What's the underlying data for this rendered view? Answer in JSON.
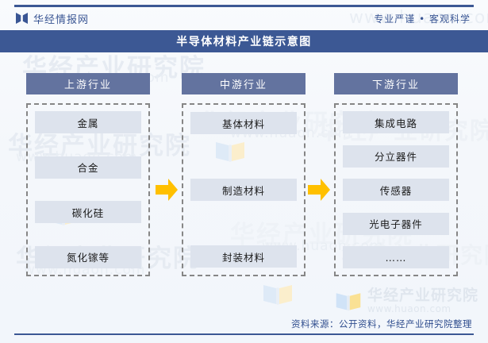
{
  "header": {
    "logo_icon": "bowtie-logo-icon",
    "brand": "华经情报网",
    "slogan": "专业严谨 • 客观科学"
  },
  "title": {
    "text": "半导体材料产业链示意图"
  },
  "columns": [
    {
      "id": "upstream",
      "header": "上游行业",
      "items": [
        "金属",
        "合金",
        "碳化硅",
        "氮化镓等"
      ]
    },
    {
      "id": "midstream",
      "header": "中游行业",
      "items": [
        "基体材料",
        "制造材料",
        "封装材料"
      ]
    },
    {
      "id": "downstream",
      "header": "下游行业",
      "items": [
        "集成电路",
        "分立器件",
        "传感器",
        "光电子器件",
        "……"
      ]
    }
  ],
  "arrows": [
    {
      "id": "arrow-upstream-to-midstream",
      "icon": "arrow-right-icon"
    },
    {
      "id": "arrow-midstream-to-downstream",
      "icon": "arrow-right-icon"
    }
  ],
  "footer": {
    "source": "资料来源：公开资料，华经产业研究院整理",
    "watermark_name": "华经产业研究院",
    "watermark_url": "www.huaon.com",
    "watermark_icon": "open-book-icon"
  },
  "background_watermarks": {
    "name": "华经产业研究院",
    "url": "www.huaon.com"
  },
  "colors": {
    "accent_blue": "#3C5894",
    "header_blue": "#63739F",
    "cell_gray": "#DDE3ED",
    "arrow_amber": "#FFC000",
    "dashed_border": "#868686",
    "page_bg": "#F5F8FC"
  }
}
